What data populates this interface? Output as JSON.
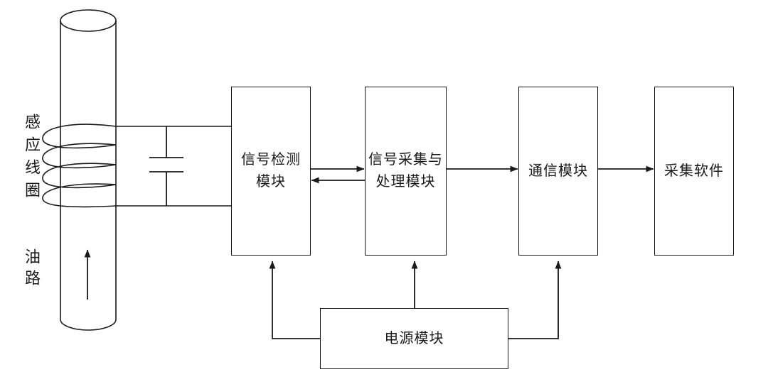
{
  "diagram": {
    "sensor": {
      "coil_label": "感应线圈",
      "oil_label": "油路"
    },
    "blocks": {
      "signal_detection": "信号检测\n模块",
      "signal_acquisition": "信号采集与\n处理模块",
      "communication": "通信模块",
      "software": "采集软件",
      "power": "电源模块"
    },
    "icons": {
      "capacitor": "capacitor-symbol",
      "flow_arrow": "up-arrow"
    },
    "colors": {
      "line": "#1a1a1a",
      "background": "#ffffff"
    }
  }
}
